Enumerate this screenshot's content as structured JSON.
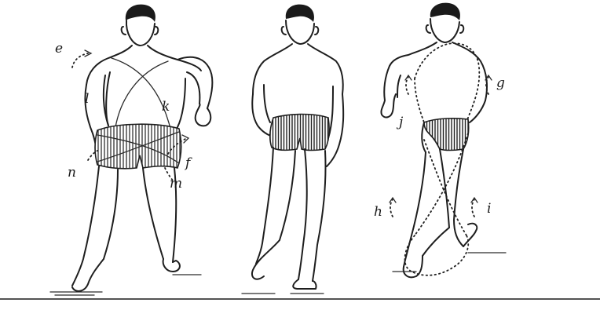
{
  "labels": {
    "e": "e",
    "l": "l",
    "k": "k",
    "f": "f",
    "n": "n",
    "m": "m",
    "g": "g",
    "j": "j",
    "h": "h",
    "i": "i"
  },
  "colors": {
    "ink": "#1e1e1e",
    "paper": "#ffffff"
  }
}
